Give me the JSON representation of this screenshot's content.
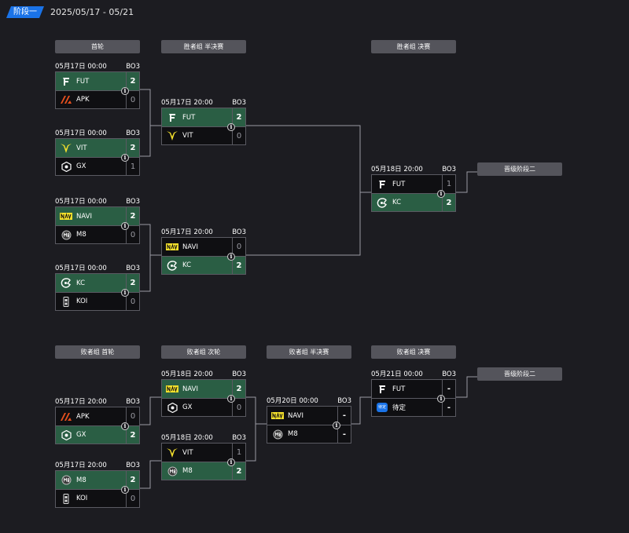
{
  "header": {
    "stage_tab": "阶段一",
    "date_range": "2025/05/17 - 05/21"
  },
  "rounds": {
    "r1": "首轮",
    "ub_semi": "胜者组 半决赛",
    "ub_final": "胜者组 决赛",
    "lb_r1": "败者组 首轮",
    "lb_r2": "败者组 次轮",
    "lb_semi": "败者组 半决赛",
    "lb_final": "败者组 决赛"
  },
  "qualify": {
    "ub": "晋级阶段二",
    "lb": "晋级阶段二"
  },
  "info_glyph": "i",
  "pending_badge": "待定",
  "matches": {
    "m1": {
      "time": "05月17日 00:00",
      "format": "BO3",
      "t1": {
        "name": "FUT",
        "score": "2"
      },
      "t2": {
        "name": "APK",
        "score": "0"
      }
    },
    "m2": {
      "time": "05月17日 00:00",
      "format": "BO3",
      "t1": {
        "name": "VIT",
        "score": "2"
      },
      "t2": {
        "name": "GX",
        "score": "1"
      }
    },
    "m3": {
      "time": "05月17日 00:00",
      "format": "BO3",
      "t1": {
        "name": "NAVI",
        "score": "2"
      },
      "t2": {
        "name": "M8",
        "score": "0"
      }
    },
    "m4": {
      "time": "05月17日 00:00",
      "format": "BO3",
      "t1": {
        "name": "KC",
        "score": "2"
      },
      "t2": {
        "name": "KOI",
        "score": "0"
      }
    },
    "s1": {
      "time": "05月17日 20:00",
      "format": "BO3",
      "t1": {
        "name": "FUT",
        "score": "2"
      },
      "t2": {
        "name": "VIT",
        "score": "0"
      }
    },
    "s2": {
      "time": "05月17日 20:00",
      "format": "BO3",
      "t1": {
        "name": "NAVI",
        "score": "0"
      },
      "t2": {
        "name": "KC",
        "score": "2"
      }
    },
    "uf": {
      "time": "05月18日 20:00",
      "format": "BO3",
      "t1": {
        "name": "FUT",
        "score": "1"
      },
      "t2": {
        "name": "KC",
        "score": "2"
      }
    },
    "l1": {
      "time": "05月17日 20:00",
      "format": "BO3",
      "t1": {
        "name": "APK",
        "score": "0"
      },
      "t2": {
        "name": "GX",
        "score": "2"
      }
    },
    "l2": {
      "time": "05月17日 20:00",
      "format": "BO3",
      "t1": {
        "name": "M8",
        "score": "2"
      },
      "t2": {
        "name": "KOI",
        "score": "0"
      }
    },
    "l3": {
      "time": "05月18日 20:00",
      "format": "BO3",
      "t1": {
        "name": "NAVI",
        "score": "2"
      },
      "t2": {
        "name": "GX",
        "score": "0"
      }
    },
    "l4": {
      "time": "05月18日 20:00",
      "format": "BO3",
      "t1": {
        "name": "VIT",
        "score": "1"
      },
      "t2": {
        "name": "M8",
        "score": "2"
      }
    },
    "ls": {
      "time": "05月20日 00:00",
      "format": "BO3",
      "t1": {
        "name": "NAVI",
        "score": "-"
      },
      "t2": {
        "name": "M8",
        "score": "-"
      }
    },
    "lf": {
      "time": "05月21日 00:00",
      "format": "BO3",
      "t1": {
        "name": "FUT",
        "score": "-"
      },
      "t2": {
        "name": "待定",
        "score": "-"
      }
    }
  },
  "colors": {
    "accent": "#1a73e8",
    "winner_bg": "#2a5e44",
    "header_bg": "#54545b",
    "page_bg": "#1c1c21"
  }
}
